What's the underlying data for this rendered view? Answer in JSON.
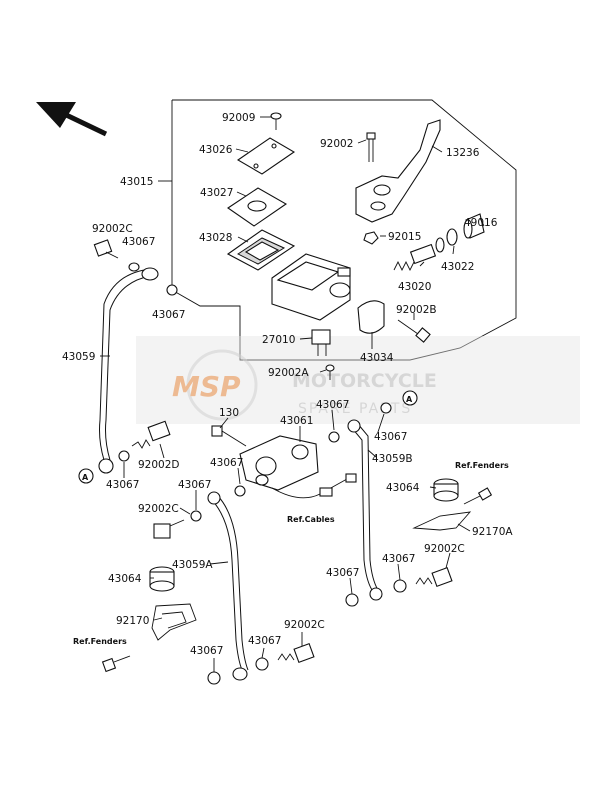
{
  "diagram": {
    "labels": {
      "l92009": "92009",
      "l43026": "43026",
      "l92002": "92002",
      "l13236": "13236",
      "l43015": "43015",
      "l43027": "43027",
      "l49016": "49016",
      "l43028": "43028",
      "l92015": "92015",
      "l92002c_top": "92002C",
      "l43067_a": "43067",
      "l43022": "43022",
      "l43020": "43020",
      "l43067_b": "43067",
      "l92002b": "92002B",
      "l27010": "27010",
      "l43034": "43034",
      "l43059": "43059",
      "l92002a": "92002A",
      "l130": "130",
      "l43067_c": "43067",
      "l43061": "43061",
      "l43067_d": "43067",
      "l92002d": "92002D",
      "l43059b": "43059B",
      "l43067_e": "43067",
      "l43067_f": "43067",
      "l43067_g": "43067",
      "l92002c_mid": "92002C",
      "l43064_r": "43064",
      "l92170a": "92170A",
      "l43059a": "43059A",
      "l92002c_r": "92002C",
      "l43067_h": "43067",
      "l43064_l": "43064",
      "l43067_i": "43067",
      "l92170": "92170",
      "l92002c_bot": "92002C",
      "l43067_j": "43067",
      "l43067_k": "43067"
    },
    "refs": {
      "fenders_right": "Ref.Fenders",
      "fenders_left": "Ref.Fenders",
      "cables": "Ref.Cables"
    },
    "markers": {
      "a_top": "A",
      "a_left": "A"
    },
    "watermark": {
      "logo": "MSP",
      "title": "MOTORCYCLE",
      "subtitle": "SPARE PARTS"
    }
  }
}
